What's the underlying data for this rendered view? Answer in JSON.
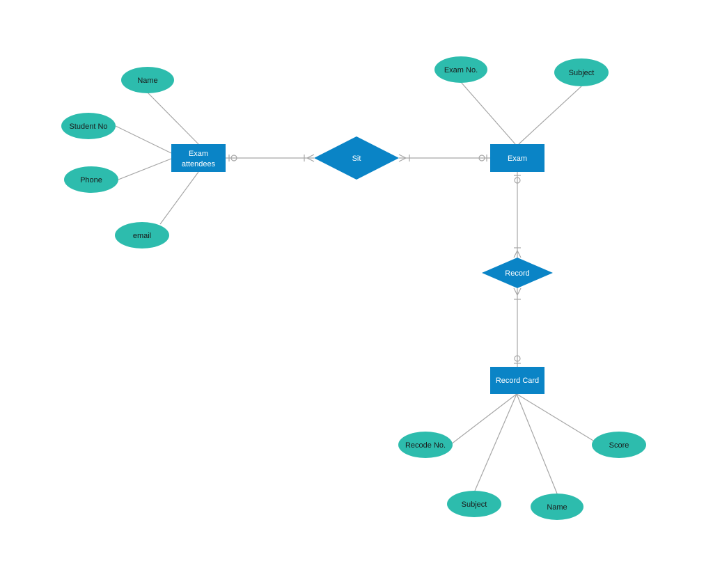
{
  "colors": {
    "entity": "#0a84c6",
    "relationship": "#0a84c6",
    "attribute": "#2dbcad",
    "line": "#a6a6a6",
    "background": "#ffffff"
  },
  "entities": [
    {
      "id": "exam_attendees",
      "lines": [
        "Exam",
        "attendees"
      ]
    },
    {
      "id": "exam",
      "lines": [
        "Exam"
      ]
    },
    {
      "id": "record_card",
      "lines": [
        "Record Card"
      ]
    }
  ],
  "relationships": [
    {
      "id": "sit",
      "label": "Sit"
    },
    {
      "id": "record",
      "label": "Record"
    }
  ],
  "attributes": [
    {
      "id": "attendee_name",
      "label": "Name",
      "entity": "exam_attendees"
    },
    {
      "id": "student_no",
      "label": "Student No",
      "entity": "exam_attendees"
    },
    {
      "id": "phone",
      "label": "Phone",
      "entity": "exam_attendees"
    },
    {
      "id": "email",
      "label": "email",
      "entity": "exam_attendees"
    },
    {
      "id": "exam_no",
      "label": "Exam No.",
      "entity": "exam"
    },
    {
      "id": "exam_subject",
      "label": "Subject",
      "entity": "exam"
    },
    {
      "id": "recode_no",
      "label": "Recode No.",
      "entity": "record_card"
    },
    {
      "id": "card_subject",
      "label": "Subject",
      "entity": "record_card"
    },
    {
      "id": "card_name",
      "label": "Name",
      "entity": "record_card"
    },
    {
      "id": "score",
      "label": "Score",
      "entity": "record_card"
    }
  ]
}
